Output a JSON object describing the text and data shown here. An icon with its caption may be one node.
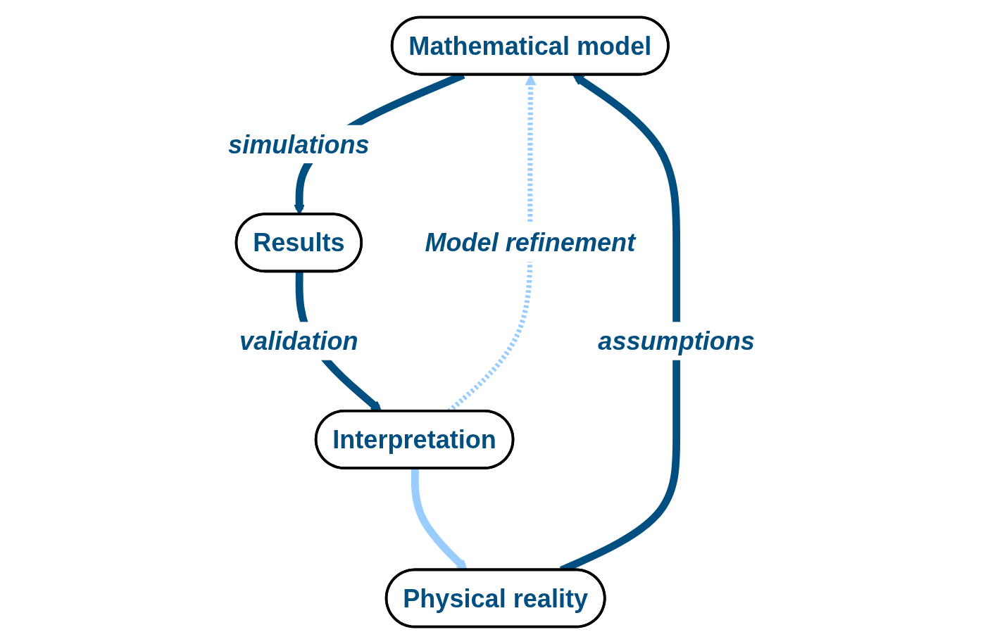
{
  "diagram": {
    "nodes": [
      {
        "text": [
          "Mathematical model"
        ]
      },
      {
        "text": [
          "Results"
        ]
      },
      {
        "text": [
          "Interpretation"
        ]
      },
      {
        "text": [
          "Physical reality"
        ]
      }
    ],
    "edges": [
      {
        "from": 3,
        "to": 0,
        "arrow": "to",
        "label": "assumptions"
      },
      {
        "from": 0,
        "to": 1,
        "arrow": "to",
        "label": "simulations"
      },
      {
        "from": 1,
        "to": 2,
        "arrow": "to",
        "label": "validation"
      },
      {
        "from": 2,
        "to": 3,
        "arrow": "to",
        "color": "#99ccff"
      },
      {
        "from": 2,
        "to": 0,
        "arrow": "to",
        "label": "Model refinement",
        "style": "dashed",
        "color": "#99ccff"
      }
    ]
  }
}
